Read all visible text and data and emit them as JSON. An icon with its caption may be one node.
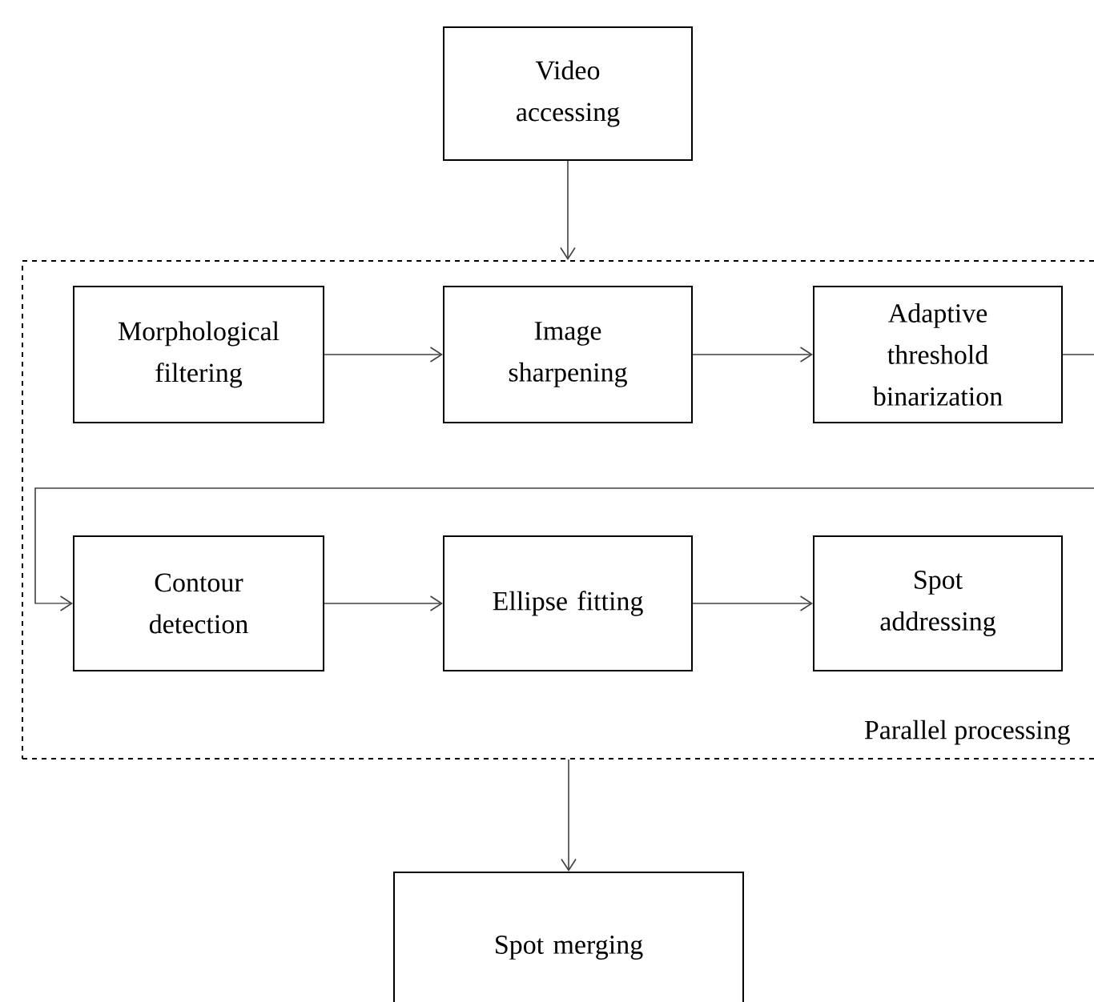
{
  "diagram": {
    "nodes": [
      {
        "text": [
          "Video accessing"
        ]
      },
      {
        "text": [
          "Parallel processing"
        ]
      },
      {
        "text": [
          "Morphological filtering"
        ],
        "in": 1
      },
      {
        "text": [
          "Image sharpening"
        ],
        "in": 1
      },
      {
        "text": [
          "Adaptive threshold binarization"
        ],
        "in": 1
      },
      {
        "text": [
          "Contour detection"
        ],
        "in": 1
      },
      {
        "text": [
          "Ellipse fitting"
        ],
        "in": 1
      },
      {
        "text": [
          "Spot addressing"
        ],
        "in": 1
      },
      {
        "text": [
          "Spot merging"
        ]
      }
    ],
    "edges": [
      {
        "from": 0,
        "to": 1,
        "arrow": "to"
      },
      {
        "from": 2,
        "to": 3,
        "arrow": "to"
      },
      {
        "from": 3,
        "to": 4,
        "arrow": "to"
      },
      {
        "from": 4,
        "to": 5,
        "arrow": "to"
      },
      {
        "from": 5,
        "to": 6,
        "arrow": "to"
      },
      {
        "from": 6,
        "to": 7,
        "arrow": "to"
      },
      {
        "from": 1,
        "to": 8,
        "arrow": "to"
      }
    ]
  }
}
